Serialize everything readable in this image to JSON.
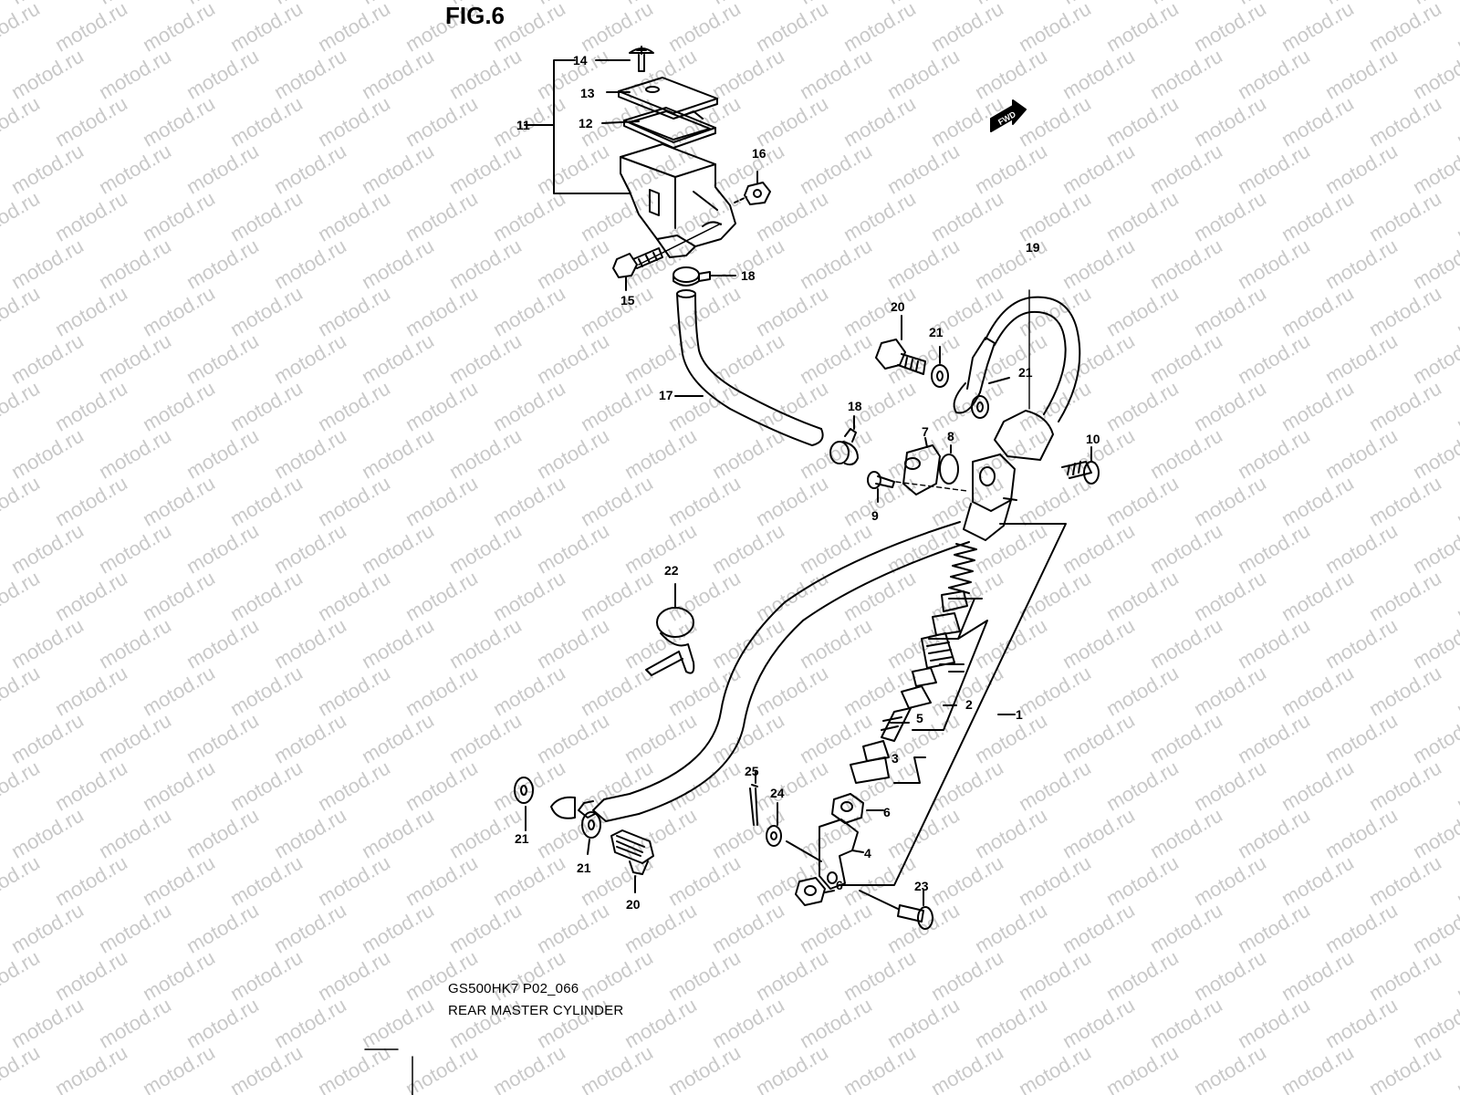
{
  "figure_title": "FIG.6",
  "watermark_text": "motod.ru",
  "model_code": "GS500HK7 P02_066",
  "caption": "REAR MASTER CYLINDER",
  "fwd_label": "FWD",
  "parts": {
    "p1": "1",
    "p2": "2",
    "p3": "3",
    "p4": "4",
    "p5": "5",
    "p6a": "6",
    "p6b": "6",
    "p7": "7",
    "p8": "8",
    "p9": "9",
    "p10": "10",
    "p11": "11",
    "p12": "12",
    "p13": "13",
    "p14": "14",
    "p15": "15",
    "p16": "16",
    "p17": "17",
    "p18a": "18",
    "p18b": "18",
    "p19": "19",
    "p20a": "20",
    "p20b": "20",
    "p21a": "21",
    "p21b": "21",
    "p21c": "21",
    "p21d": "21",
    "p22": "22",
    "p23": "23",
    "p24": "24",
    "p25": "25"
  },
  "colors": {
    "line": "#000000",
    "watermark": "#c9c9c9"
  }
}
